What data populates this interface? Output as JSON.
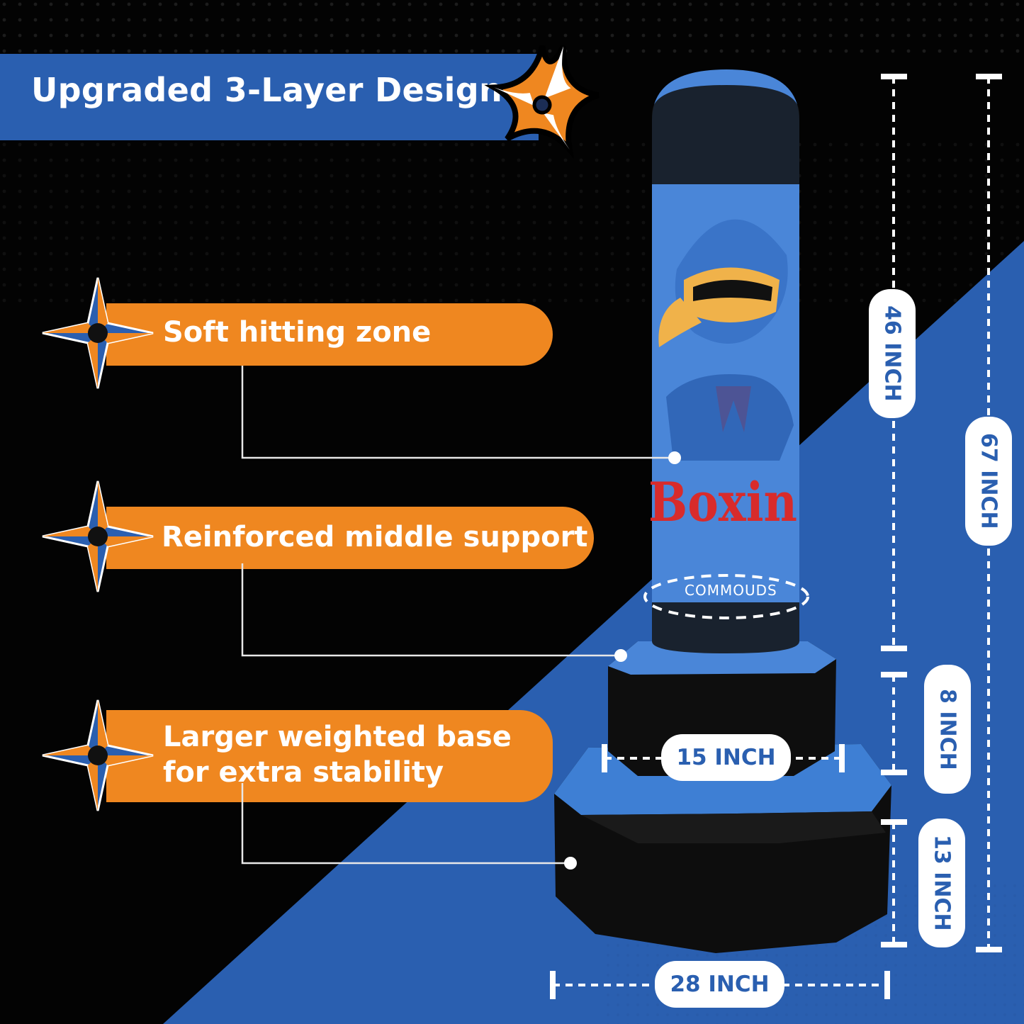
{
  "title": "Upgraded 3-Layer Design",
  "features": [
    {
      "label": "Soft hitting zone"
    },
    {
      "label": "Reinforced middle support"
    },
    {
      "label_line1": "Larger weighted base",
      "label_line2": "for extra stability"
    }
  ],
  "product": {
    "logo_text": "Boxin",
    "brand": "COMMOUDS"
  },
  "dimensions": {
    "top_height": "46 INCH",
    "total_height": "67 INCH",
    "middle_height": "8 INCH",
    "base_height": "13 INCH",
    "middle_width": "15 INCH",
    "base_width": "28 INCH"
  },
  "colors": {
    "accent_orange": "#ef8720",
    "brand_blue": "#2a5fb0",
    "product_blue": "#4a86d8",
    "background": "#030303"
  },
  "icons": [
    "shuriken-icon",
    "star-icon"
  ]
}
